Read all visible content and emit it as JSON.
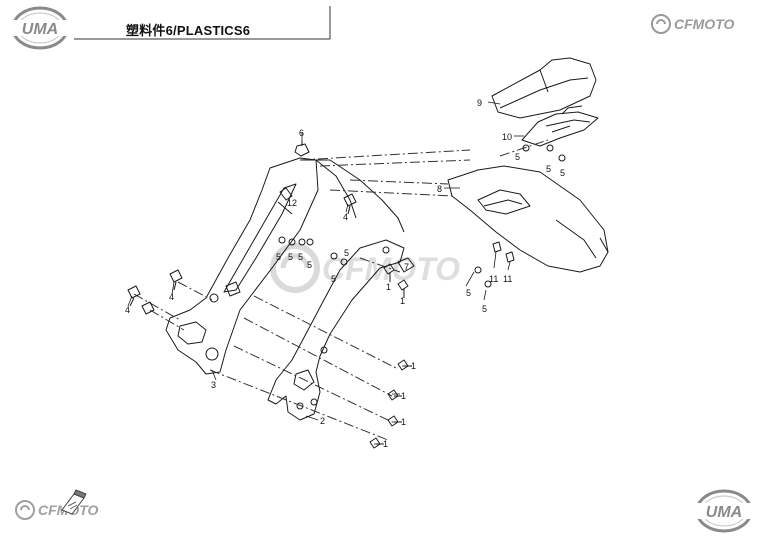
{
  "header": {
    "brand_logo_text": "UMA",
    "title": "塑料件6/PLASTICS6",
    "partner_logo_text": "CFMOTO"
  },
  "footer": {
    "partner_logo_text": "CFMOTO",
    "brand_logo_text": "UMA"
  },
  "watermark": {
    "text": "CFMOTO"
  },
  "callouts": {
    "c1": "1",
    "c2": "2",
    "c3": "3",
    "c4": "4",
    "c5": "5",
    "c6": "6",
    "c7": "7",
    "c8": "8",
    "c9": "9",
    "c10": "10",
    "c11": "11",
    "c12": "12"
  },
  "colors": {
    "line": "#1a1a1a",
    "logo_gray": "#8a8a8a",
    "watermark": "#bdbdbd"
  }
}
